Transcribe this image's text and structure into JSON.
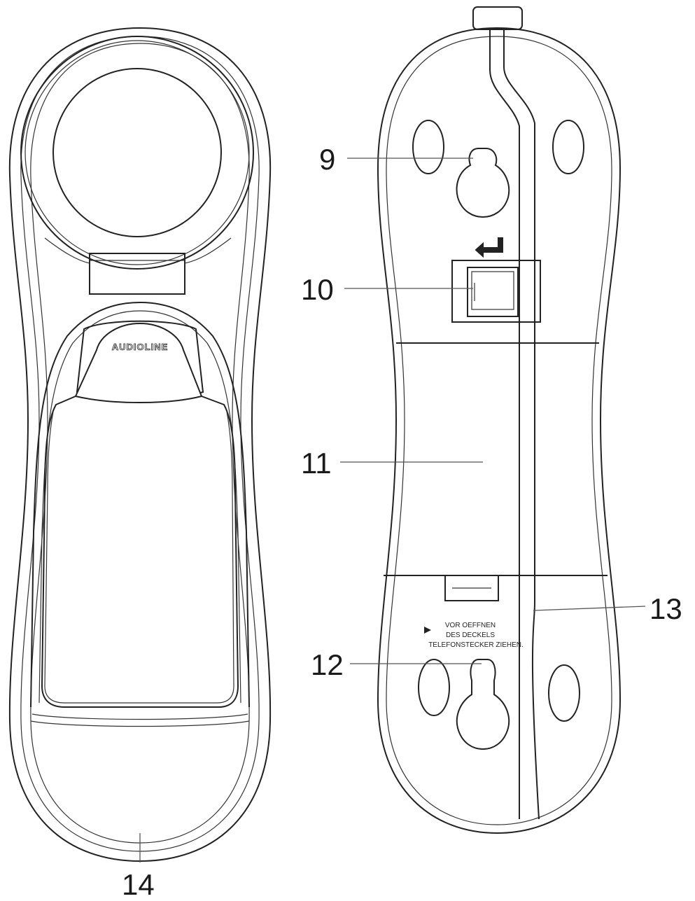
{
  "brand_label": "AUDIOLINE",
  "warning": {
    "line1": "VOR OEFFNEN",
    "line2": "DES DECKELS",
    "line3": "TELEFONSTECKER ZIEHEN."
  },
  "callouts": {
    "c9": "9",
    "c10": "10",
    "c11": "11",
    "c12": "12",
    "c13": "13",
    "c14": "14"
  },
  "colors": {
    "stroke": "#222222",
    "background": "#ffffff"
  },
  "icons": {
    "return_arrow": "return-arrow-icon",
    "warning_arrow": "triangle-arrow-icon"
  }
}
